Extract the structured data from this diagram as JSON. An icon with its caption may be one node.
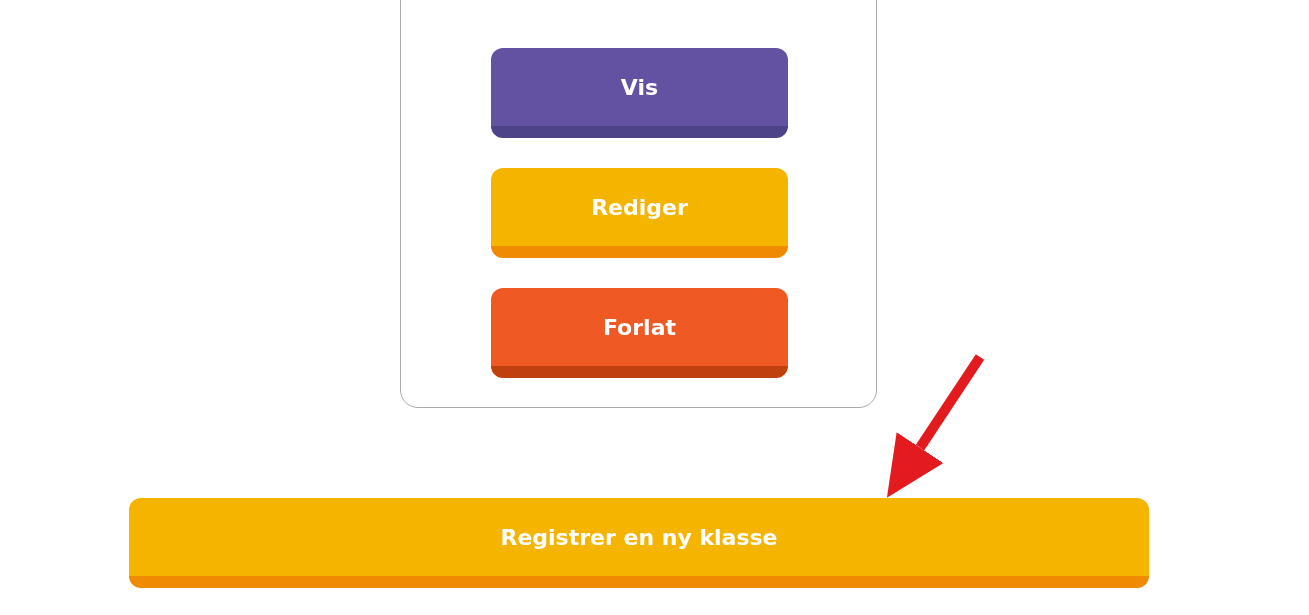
{
  "diagram": {
    "nodes": [
      {
        "text": [],
        "shape": "box"
      },
      {
        "text": [
          "Vis"
        ],
        "in": 0
      },
      {
        "text": [
          "Rediger"
        ],
        "in": 0
      },
      {
        "text": [
          "Forlat"
        ],
        "in": 0
      },
      {
        "text": [
          "Registrer en ny klasse"
        ]
      }
    ],
    "edges": [
      {
        "from": null,
        "to": 4,
        "arrow": "to",
        "color": "#e31b1f"
      }
    ]
  }
}
